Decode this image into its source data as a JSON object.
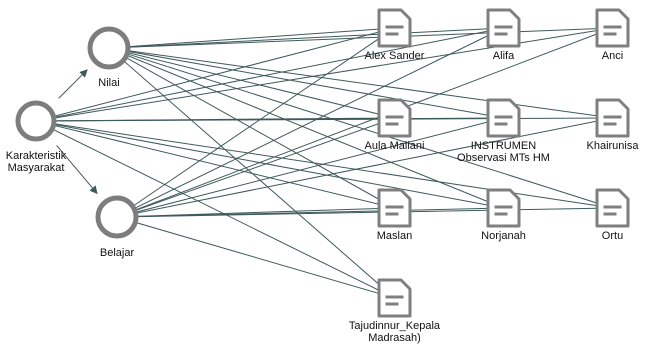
{
  "diagram": {
    "codes": [
      {
        "id": "karakteristik",
        "label_lines": [
          "Karakteristik",
          "Masyarakat"
        ],
        "icon": "circle-code-icon"
      },
      {
        "id": "nilai",
        "label_lines": [
          "Nilai"
        ],
        "icon": "circle-code-icon"
      },
      {
        "id": "belajar",
        "label_lines": [
          "Belajar"
        ],
        "icon": "circle-code-icon"
      }
    ],
    "documents": [
      {
        "id": "alex",
        "label_lines": [
          "Alex Sander"
        ],
        "icon": "document-icon"
      },
      {
        "id": "alifa",
        "label_lines": [
          "Alifa"
        ],
        "icon": "document-icon"
      },
      {
        "id": "anci",
        "label_lines": [
          "Anci"
        ],
        "icon": "document-icon"
      },
      {
        "id": "aula",
        "label_lines": [
          "Aula Maliani"
        ],
        "icon": "document-icon"
      },
      {
        "id": "instrumen",
        "label_lines": [
          "INSTRUMEN",
          "Observasi MTs HM"
        ],
        "icon": "document-icon"
      },
      {
        "id": "khairunisa",
        "label_lines": [
          "Khairunisa"
        ],
        "icon": "document-icon"
      },
      {
        "id": "maslan",
        "label_lines": [
          "Maslan"
        ],
        "icon": "document-icon"
      },
      {
        "id": "norjanah",
        "label_lines": [
          "Norjanah"
        ],
        "icon": "document-icon"
      },
      {
        "id": "ortu",
        "label_lines": [
          "Ortu"
        ],
        "icon": "document-icon"
      },
      {
        "id": "tajudinnur",
        "label_lines": [
          "Tajudinnur_Kepala",
          "Madrasah)"
        ],
        "icon": "document-icon"
      }
    ],
    "parent_links": [
      {
        "from": "karakteristik",
        "to": "nilai",
        "arrow": true
      },
      {
        "from": "karakteristik",
        "to": "belajar",
        "arrow": true
      }
    ],
    "links": [
      {
        "from": "nilai",
        "to": "alex"
      },
      {
        "from": "nilai",
        "to": "alifa"
      },
      {
        "from": "nilai",
        "to": "anci"
      },
      {
        "from": "nilai",
        "to": "aula"
      },
      {
        "from": "nilai",
        "to": "instrumen"
      },
      {
        "from": "nilai",
        "to": "khairunisa"
      },
      {
        "from": "nilai",
        "to": "maslan"
      },
      {
        "from": "nilai",
        "to": "norjanah"
      },
      {
        "from": "nilai",
        "to": "ortu"
      },
      {
        "from": "nilai",
        "to": "tajudinnur"
      },
      {
        "from": "karakteristik",
        "to": "alex"
      },
      {
        "from": "karakteristik",
        "to": "alifa"
      },
      {
        "from": "karakteristik",
        "to": "anci"
      },
      {
        "from": "karakteristik",
        "to": "aula"
      },
      {
        "from": "karakteristik",
        "to": "instrumen"
      },
      {
        "from": "karakteristik",
        "to": "khairunisa"
      },
      {
        "from": "karakteristik",
        "to": "maslan"
      },
      {
        "from": "karakteristik",
        "to": "norjanah"
      },
      {
        "from": "karakteristik",
        "to": "ortu"
      },
      {
        "from": "karakteristik",
        "to": "tajudinnur"
      },
      {
        "from": "belajar",
        "to": "alex"
      },
      {
        "from": "belajar",
        "to": "alifa"
      },
      {
        "from": "belajar",
        "to": "anci"
      },
      {
        "from": "belajar",
        "to": "aula"
      },
      {
        "from": "belajar",
        "to": "instrumen"
      },
      {
        "from": "belajar",
        "to": "khairunisa"
      },
      {
        "from": "belajar",
        "to": "maslan"
      },
      {
        "from": "belajar",
        "to": "norjanah"
      },
      {
        "from": "belajar",
        "to": "ortu"
      },
      {
        "from": "belajar",
        "to": "tajudinnur"
      }
    ]
  }
}
